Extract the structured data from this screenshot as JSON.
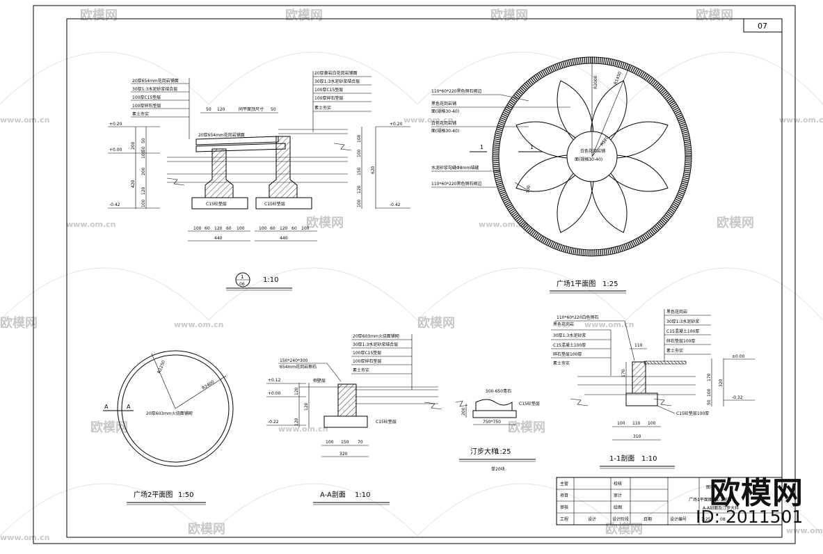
{
  "sheet_number": "07",
  "watermark": {
    "brand": "欧模网",
    "site": "www.om.cn",
    "id_label": "ID: 2011501"
  },
  "detail_top_left": {
    "scale": "1:10",
    "marker_num": "1",
    "marker_ref": "06",
    "layers_left": [
      "20厚654mm花岗岩铺面",
      "30厚1:3水泥砂浆结合层",
      "100厚C15垫层",
      "100厚碎石垫层",
      "素土夯实"
    ],
    "layers_right": [
      "20厚黄岩白花岗岩铺面",
      "30厚1:3水泥砂浆结合层",
      "100厚C15垫层",
      "100厚碎石垫层",
      "素土夯实"
    ],
    "mid_note": "20厚654mm花岗岩铺面",
    "top_note": "同平面顶尺寸",
    "base_label_a": "C15砼垫层",
    "base_label_b": "C15砼垫层",
    "levels": [
      "+0.20",
      "+0.00",
      "-0.42",
      "+0.20",
      "-0.42"
    ],
    "dims_bottom_a": [
      "100",
      "60",
      "120",
      "60",
      "100"
    ],
    "dims_bottom_b": [
      "100",
      "60",
      "120",
      "60",
      "100"
    ],
    "total_a": "440",
    "total_b": "440",
    "dims_top": [
      "50",
      "120",
      "50"
    ],
    "dims_left": [
      "200",
      "50",
      "50",
      "100",
      "200",
      "420",
      "120",
      "100"
    ],
    "dims_right": [
      "100",
      "100",
      "150",
      "120",
      "100",
      "620"
    ]
  },
  "plaza1": {
    "title": "广场1平面图",
    "scale": "1:25",
    "radius_label": "R2000",
    "radius_label2": "R1450",
    "center_label": "R520",
    "center_text_1": "白色花岗岩铺",
    "center_text_2": "面(规格30-40)",
    "section_mark": "1",
    "dim_small": "100",
    "notes": [
      "110*60*220黑色侧石砌边",
      "黑色花岗岩铺",
      "面(规格30-40)",
      "白色花岗岩铺",
      "面(规格30-40)",
      "水泥砂浆勾缝Φ8mm结缝",
      "110*60*220黑色侧石砌边"
    ]
  },
  "plaza2": {
    "title": "广场2平面图",
    "scale": "1:50",
    "r1": "R2250",
    "r2": "R2400",
    "note": "20厚603mm火烧面铺砌",
    "sec_a": "A",
    "sec_a2": "A"
  },
  "section_aa": {
    "title": "A-A剖面",
    "scale": "1:10",
    "layers": [
      "20厚603mm火烧面铺砌",
      "30厚1:3水泥砂浆结合层",
      "100厚C15垫层",
      "100厚碎石垫层",
      "素土夯实"
    ],
    "curb_note_1": "150*240*300",
    "curb_note_2": "654mm花岗岩侧石",
    "side_note": "侧壁层",
    "base_label": "C15砼垫层",
    "levels": [
      "+0.12",
      "+0.00",
      "-0.22"
    ],
    "dims_bottom": [
      "100",
      "150",
      "70"
    ],
    "total": "320",
    "dims_left": [
      "120",
      "120",
      "120"
    ]
  },
  "stepping": {
    "title": "汀步大样",
    "scale": "1:25",
    "note": "500-650青石",
    "base_label": "C15砼垫层",
    "dim_w": "750*750",
    "dim_h": "200",
    "sub": "单20块"
  },
  "section_11": {
    "title": "1-1剖面",
    "scale": "1:10",
    "top_note": "110*60*220白色侧石",
    "layers_left": [
      "黑色花岗岩",
      "30厚1:3水泥砂浆",
      "C15混凝土100厚",
      "碎石垫层100厚",
      "素土夯实"
    ],
    "layers_right": [
      "黑色花岗岩",
      "30厚1:3水泥砂浆",
      "C15混凝土100厚",
      "碎石垫层100厚",
      "素土夯实"
    ],
    "base_label": "C15砼垫层100厚",
    "levels": [
      "±0.00",
      "-0.32"
    ],
    "dims_bottom": [
      "100",
      "110",
      "100"
    ],
    "total": "310",
    "dims_right": [
      "170",
      "100",
      "50",
      "320"
    ],
    "dim_top": "110",
    "dim_left": "170"
  },
  "title_block": {
    "rows": [
      [
        "主管",
        "",
        "校核",
        ""
      ],
      [
        "项目",
        "",
        "审计",
        ""
      ],
      [
        "审核",
        "",
        "绘图",
        ""
      ],
      [
        "工程",
        "设计",
        "设计阶段",
        "日期"
      ]
    ],
    "drawing_title_1": "广场1平面图、1-1剖面",
    "drawing_title_2": "A-A剖面及汀步大样",
    "drawing_no_label": "设计编号",
    "code_1": "1:25",
    "code_2": "08",
    "sheet_label": "图名"
  }
}
